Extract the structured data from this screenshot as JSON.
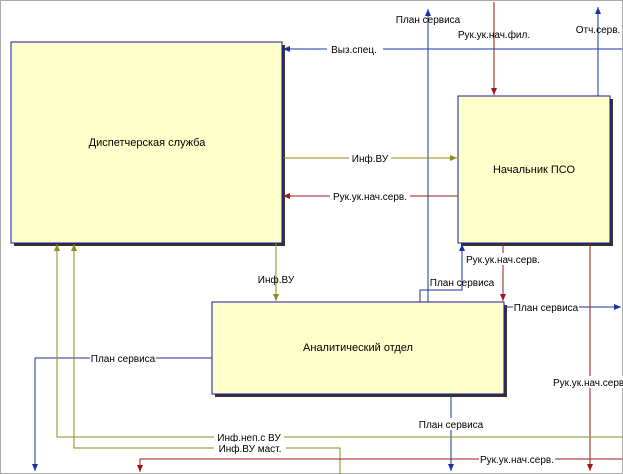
{
  "colors": {
    "background": "#ffffff",
    "box_fill": "#ffffcc",
    "box_border": "#1a1a99",
    "blue_arrow": "#1a3399",
    "olive_arrow": "#8c8c1a",
    "red_arrow": "#991a1a"
  },
  "boxes": {
    "dispatch": "Диспетчерская служба",
    "head_pso": "Начальник ПСО",
    "analytics": "Аналитический отдел"
  },
  "arrows": {
    "plan_top": "План сервиса",
    "ruk_fil": "Рук.ук.нач.фил.",
    "otch_serv": "Отч.серв.",
    "vyz_spec": "Выз.спец.",
    "inf_vu_right": "Инф.ВУ",
    "ruk_serv_left": "Рук.ук.нач.серв.",
    "inf_vu_down": "Инф.ВУ",
    "ruk_serv_mid": "Рук.ук.нач.серв.",
    "plan_mid": "План сервиса",
    "plan_right": "План сервиса",
    "plan_left": "План сервиса",
    "ruk_serv_right": "Рук.ук.нач.серв.",
    "plan_bottom": "План сервиса",
    "inf_nep": "Инф.неп.с ВУ",
    "inf_vu_mast": "Инф.ВУ маст.",
    "ruk_serv_bottom": "Рук.ук.нач.серв."
  }
}
